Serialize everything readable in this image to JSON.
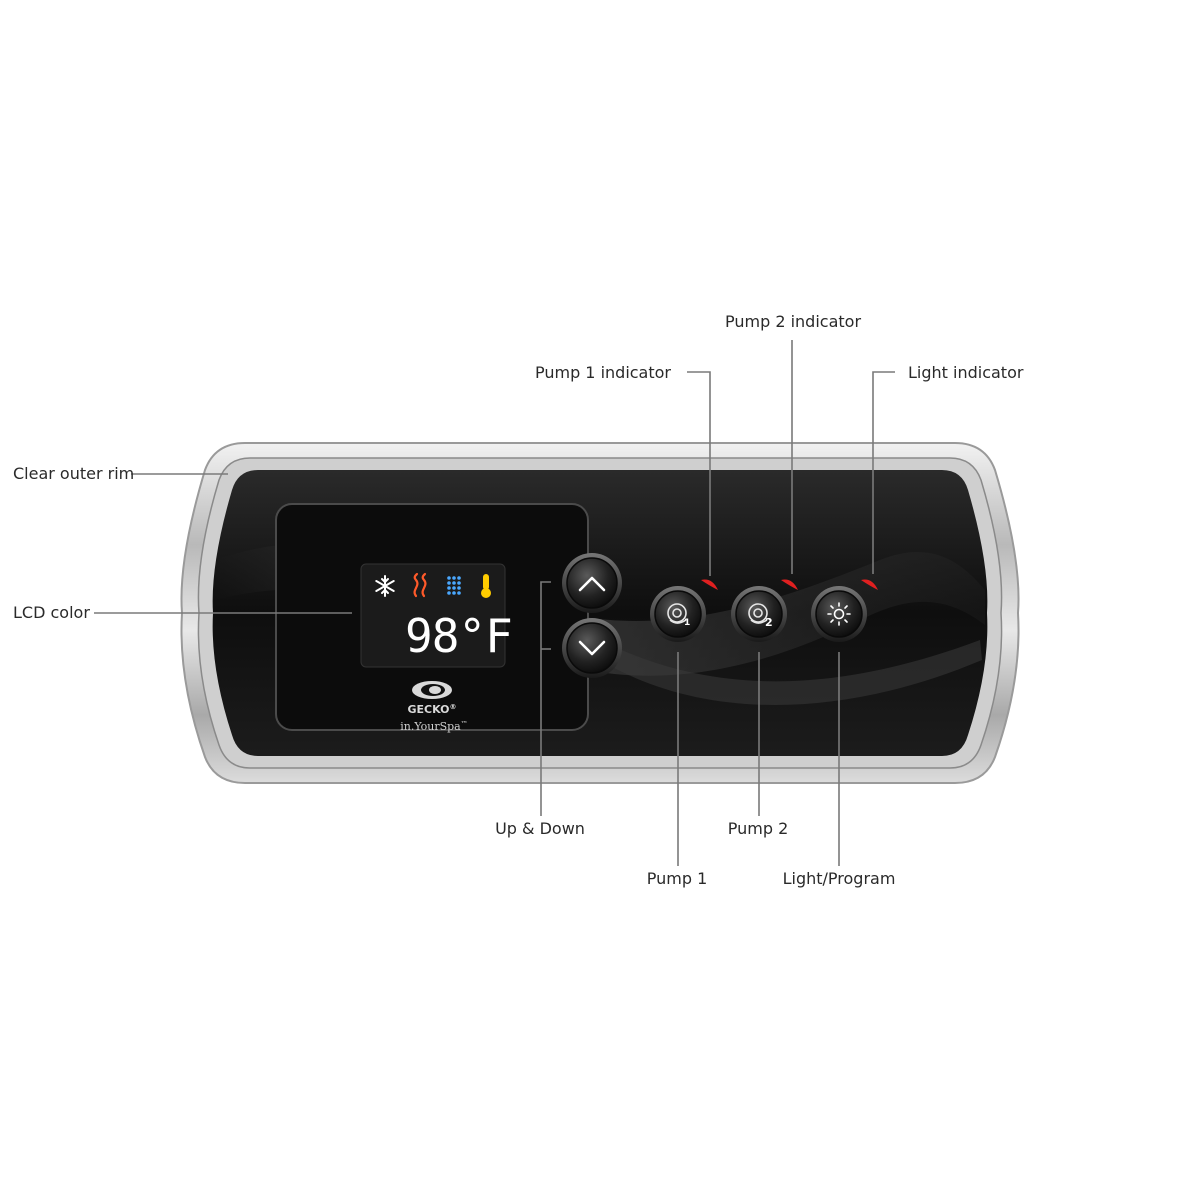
{
  "panel": {
    "display": {
      "temperature": "98",
      "unit": "°F",
      "icons": [
        "snowflake-icon",
        "heat-waves-icon",
        "filter-dots-icon",
        "thermometer-icon"
      ],
      "icon_colors": {
        "snowflake": "#ffffff",
        "heat": "#ff5a2a",
        "filter": "#4aa8ff",
        "thermometer": "#ffcc00"
      }
    },
    "brand": {
      "name": "GECKO",
      "registered_mark": "®",
      "tagline": "in.YourSpa",
      "trademark": "™"
    },
    "buttons": [
      "up-arrow-button",
      "down-arrow-button",
      "pump-1-button",
      "pump-2-button",
      "light-program-button"
    ],
    "indicator_color": "#e02020",
    "rim_color": "#c9c9c9",
    "face_color": "#141414"
  },
  "callouts": {
    "clear_outer_rim": "Clear outer rim",
    "lcd_color": "LCD color",
    "pump1_indicator": "Pump 1 indicator",
    "pump2_indicator": "Pump 2 indicator",
    "light_indicator": "Light indicator",
    "up_down": "Up & Down",
    "pump1": "Pump 1",
    "pump2": "Pump 2",
    "light_program": "Light/Program"
  }
}
